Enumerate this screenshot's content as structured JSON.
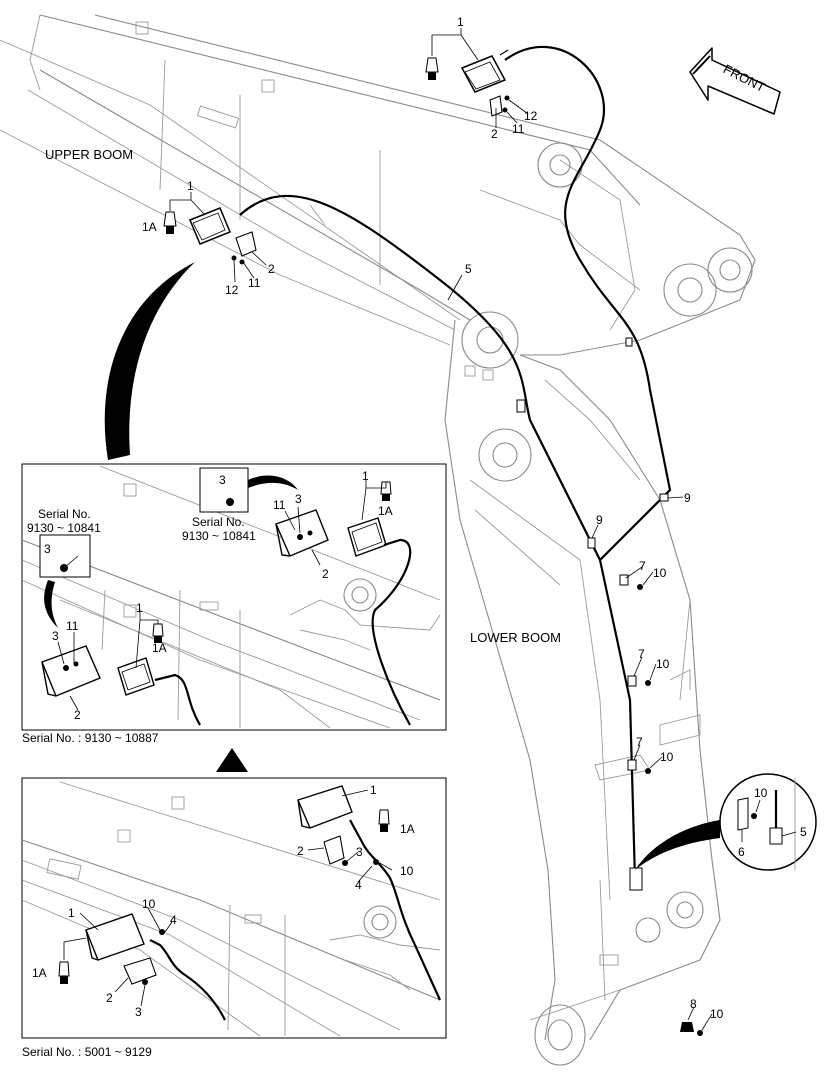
{
  "labels": {
    "upper_boom": "UPPER BOOM",
    "lower_boom": "LOWER BOOM",
    "front": "FRONT"
  },
  "callouts": {
    "c1": "1",
    "c2": "2",
    "c11": "11",
    "c12": "12",
    "d1": "1",
    "d1a": "1A",
    "d2": "2",
    "d11": "11",
    "d12": "12",
    "c5": "5",
    "c9a": "9",
    "c9b": "9",
    "c7a": "7",
    "c10a": "10",
    "c7b": "7",
    "c10b": "10",
    "c7c": "7",
    "c10c": "10",
    "c8": "8",
    "c10d": "10",
    "det_10": "10",
    "det_5": "5",
    "det_6": "6"
  },
  "inset_top": {
    "serial_left_line1": "Serial No.",
    "serial_left_line2": "9130 ~ 10841",
    "serial_center_line1": "Serial No.",
    "serial_center_line2": "9130 ~ 10841",
    "caption": "Serial No. : 9130 ~ 10887",
    "n3a": "3",
    "n3b": "3",
    "n3c": "3",
    "n3d": "3",
    "n11a": "11",
    "n11b": "11",
    "n1a": "1",
    "n1b": "1",
    "n1Aa": "1A",
    "n1Ab": "1A",
    "n2a": "2",
    "n2b": "2"
  },
  "inset_bottom": {
    "caption": "Serial No. : 5001 ~ 9129",
    "n1a": "1",
    "n1Aa": "1A",
    "n2a": "2",
    "n3a": "3",
    "n4a": "4",
    "n10a": "10",
    "n1b": "1",
    "n1Ab": "1A",
    "n2b": "2",
    "n3b": "3",
    "n4b": "4",
    "n10b": "10"
  }
}
